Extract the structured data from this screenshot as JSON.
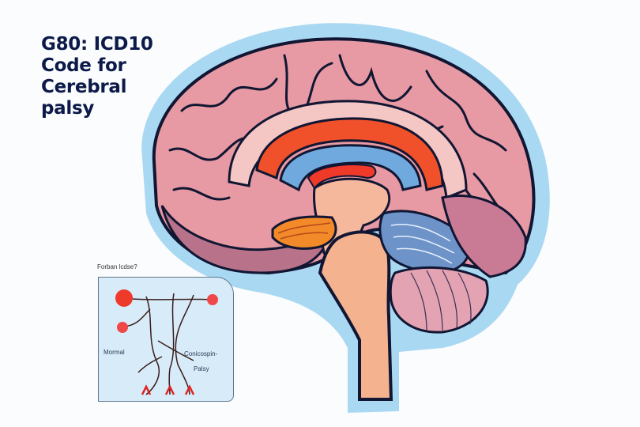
{
  "title": {
    "lines": [
      "G80: ICD10",
      "Code for",
      "Cerebral",
      "palsy"
    ]
  },
  "illustration": {
    "subject": "brain-sagittal-section",
    "regions": [
      "cerebral-cortex",
      "corpus-callosum",
      "thalamus",
      "hypothalamus",
      "cerebellum",
      "pons",
      "brainstem"
    ],
    "colors": {
      "outline_glow": "#a9d8f2",
      "cortex": "#e79aa3",
      "cortex_dark": "#b8738a",
      "corpus_callosum": "#f0512a",
      "ventricle": "#6fa9de",
      "thalamus": "#f6b89c",
      "cerebellum": "#6d93c9",
      "brainstem": "#f4b28f",
      "outline": "#111633"
    }
  },
  "inset": {
    "caption": "Forban lcdse?",
    "label_left": "Mormal",
    "label_right": "Conicospin-",
    "label_bottom": "Palsy",
    "colors": {
      "background": "#d7ecf8",
      "node": "#f04848",
      "nerve": "#3b1c1c"
    }
  }
}
